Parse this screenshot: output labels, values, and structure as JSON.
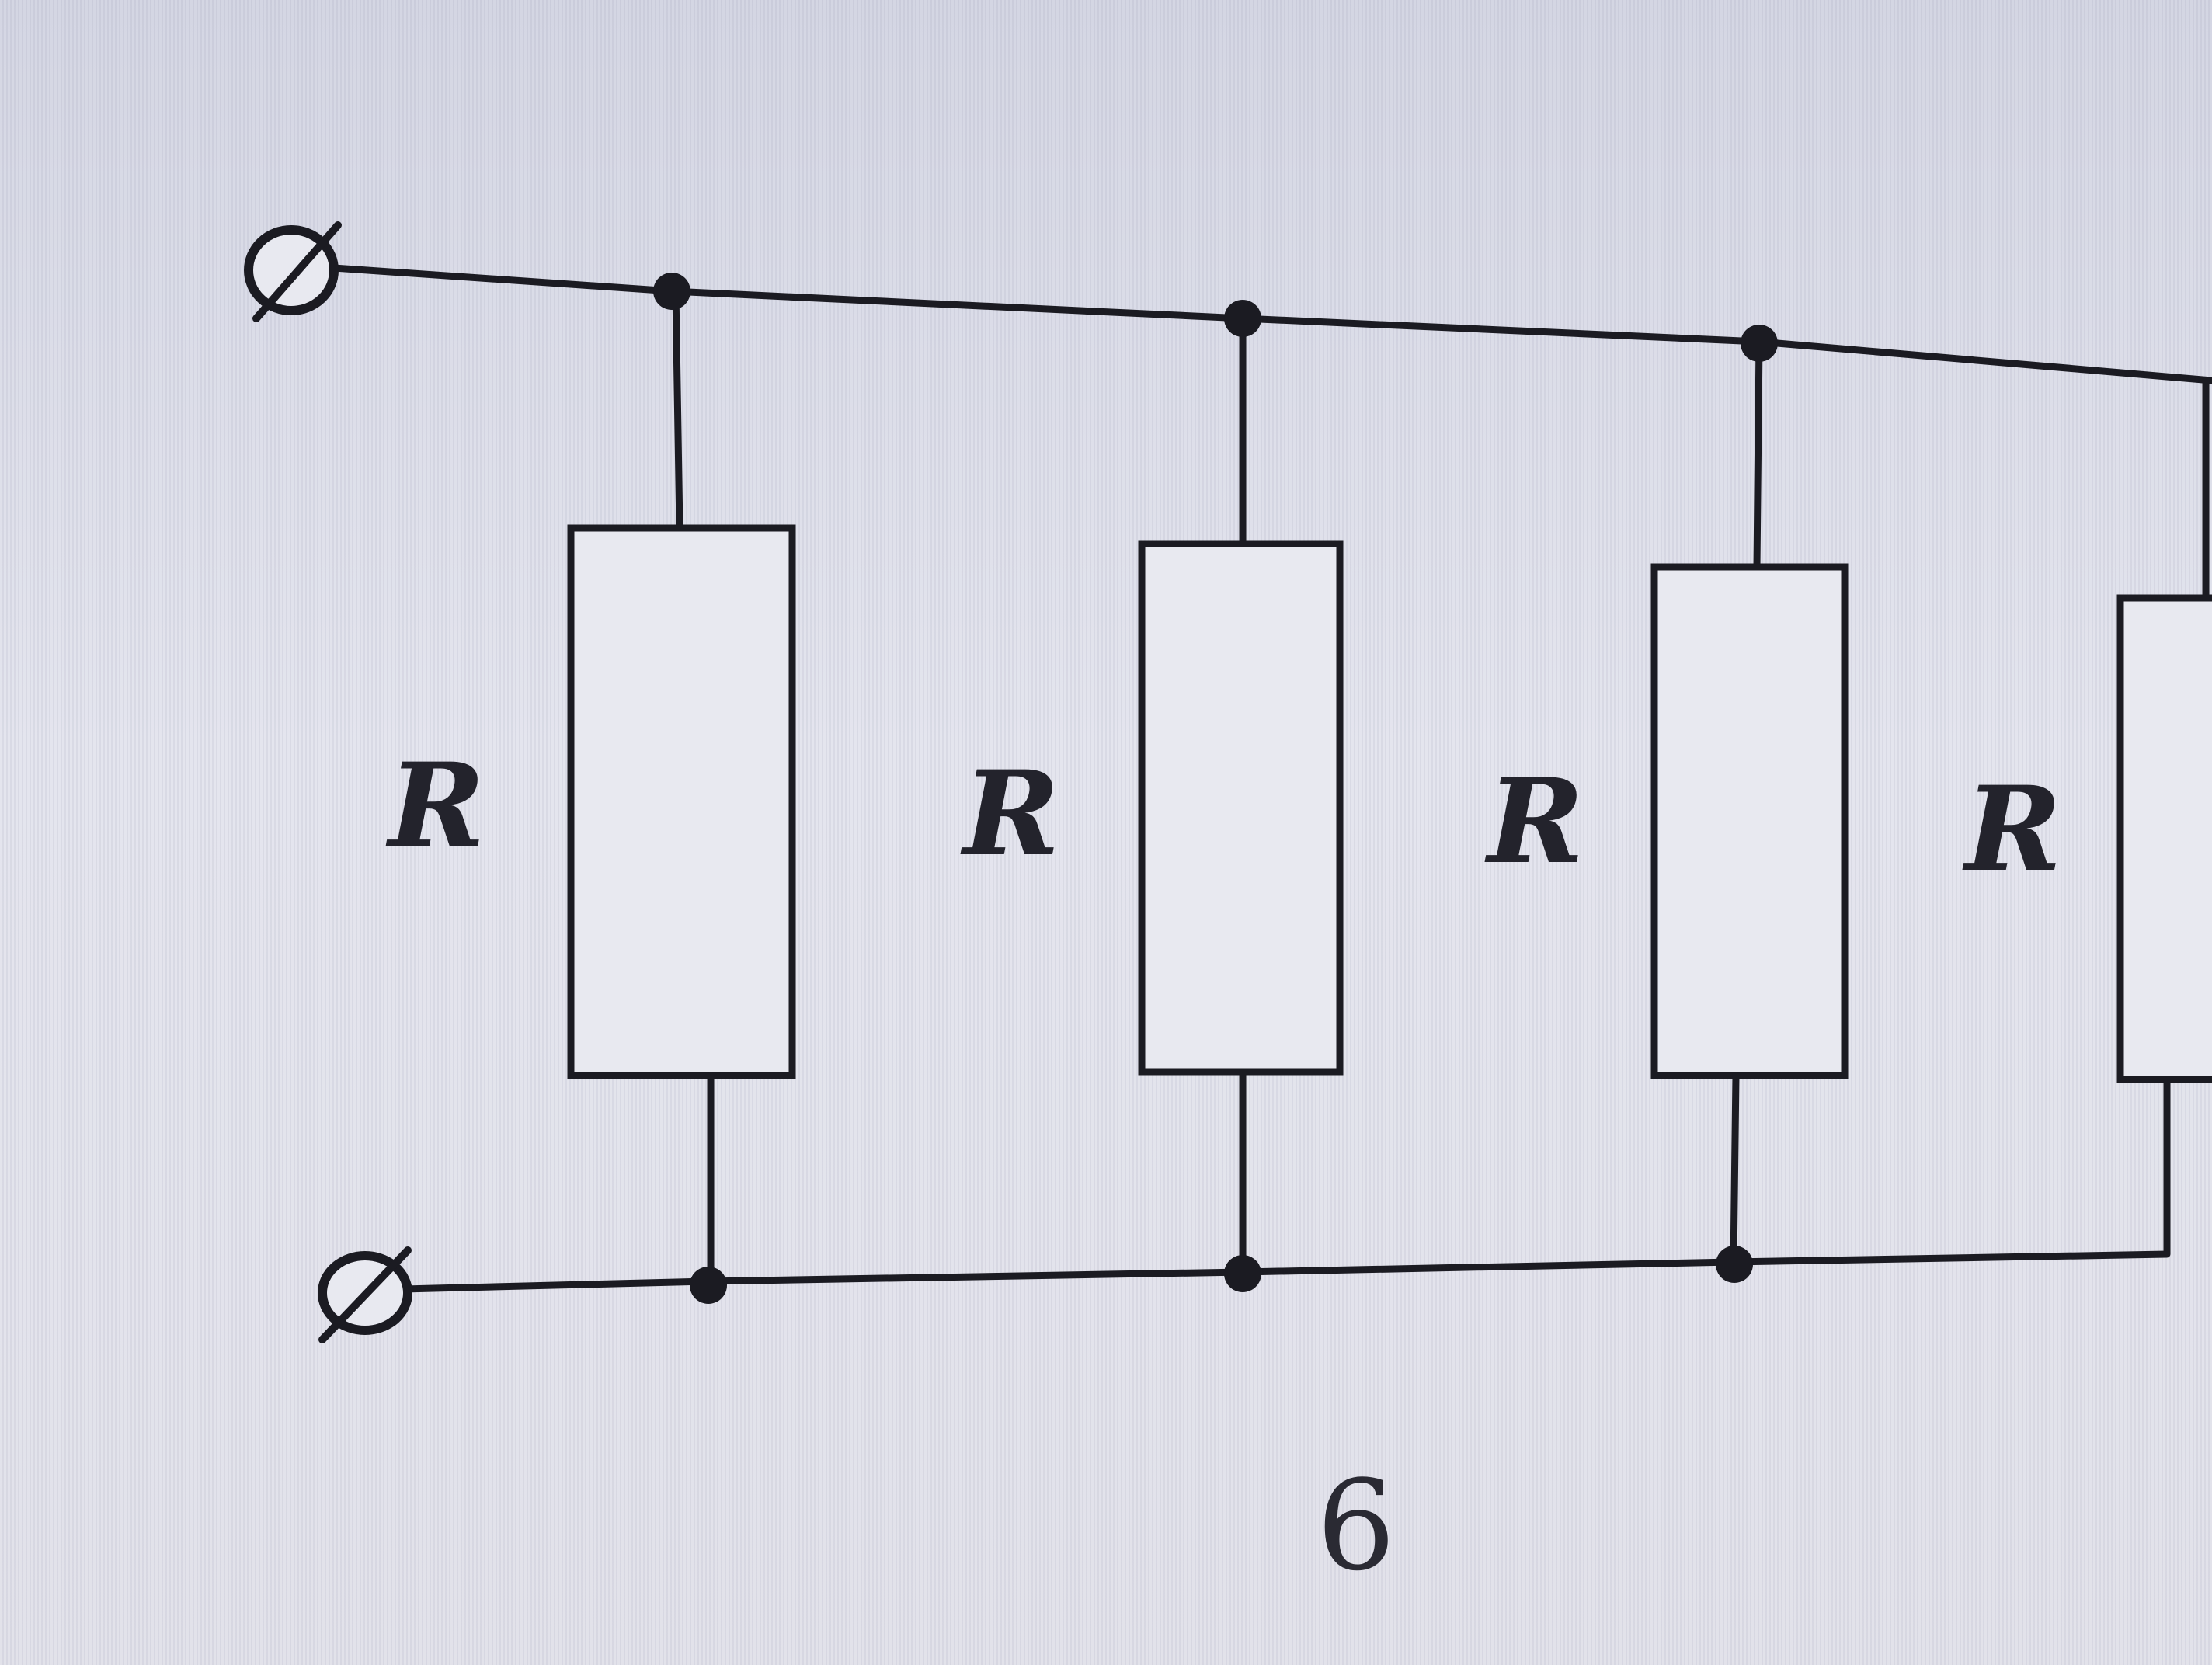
{
  "figure": {
    "caption": "6",
    "resistors": [
      {
        "label": "R"
      },
      {
        "label": "R"
      },
      {
        "label": "R"
      },
      {
        "label": "R"
      }
    ]
  },
  "colors": {
    "ink": "#1b1b22",
    "paper": "#e4e5ee"
  }
}
